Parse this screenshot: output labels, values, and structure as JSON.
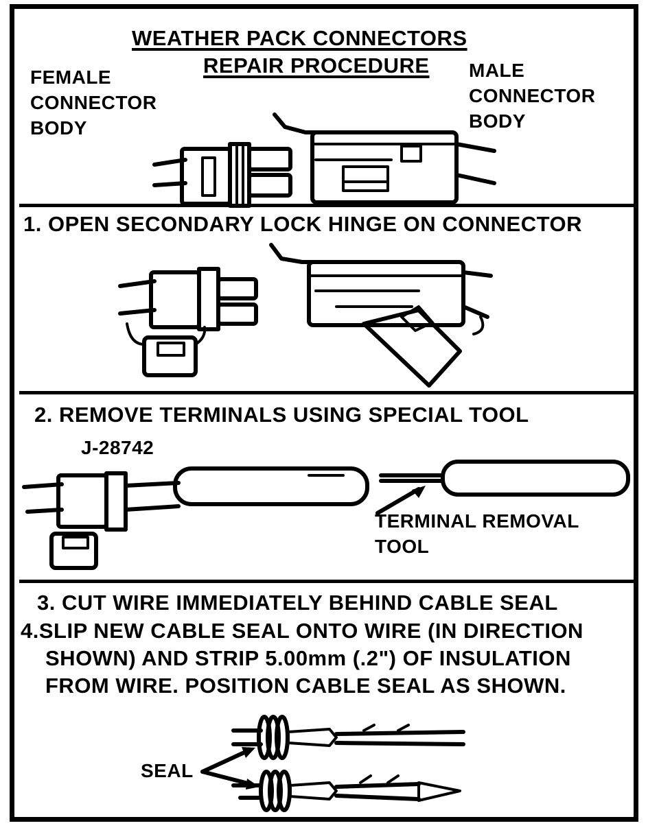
{
  "header": {
    "title_line1": "WEATHER PACK CONNECTORS",
    "title_line2": "REPAIR PROCEDURE"
  },
  "labels": {
    "female": "FEMALE\nCONNECTOR\nBODY",
    "male": "MALE\nCONNECTOR\nBODY",
    "tool_number": "J-28742",
    "tool_name": "TERMINAL REMOVAL\nTOOL",
    "seal": "SEAL"
  },
  "steps": {
    "s1": "1.  OPEN SECONDARY LOCK HINGE ON CONNECTOR",
    "s2": "2.  REMOVE TERMINALS USING SPECIAL TOOL",
    "s3": "3.  CUT WIRE IMMEDIATELY BEHIND CABLE SEAL",
    "s4_line1": "4.SLIP NEW CABLE SEAL ONTO WIRE (IN DIRECTION",
    "s4_line2": "SHOWN) AND STRIP 5.00mm (.2\") OF INSULATION",
    "s4_line3": "FROM WIRE.  POSITION CABLE SEAL AS SHOWN."
  }
}
